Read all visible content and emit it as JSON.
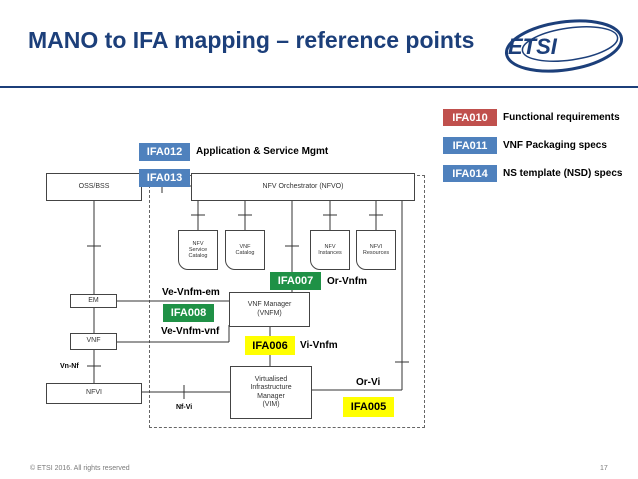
{
  "title": "MANO to IFA mapping – reference points",
  "logo": {
    "text": "ETSI"
  },
  "footer": {
    "copyright": "© ETSI 2016. All rights reserved",
    "page": "17"
  },
  "legend": [
    {
      "tag": "IFA010",
      "label": "Functional requirements",
      "color": "#c0504d"
    },
    {
      "tag": "IFA011",
      "label": "VNF Packaging specs",
      "color": "#4f81bd"
    },
    {
      "tag": "IFA014",
      "label": "NS template (NSD) specs",
      "color": "#4f81bd"
    }
  ],
  "tags": {
    "ifa012": {
      "tag": "IFA012",
      "label": "Application & Service Mgmt"
    },
    "ifa013": {
      "tag": "IFA013"
    },
    "ifa007": {
      "tag": "IFA007",
      "label": "Or-Vnfm"
    },
    "ifa008": {
      "tag": "IFA008",
      "label_top": "Ve-Vnfm-em",
      "label_bottom": "Ve-Vnfm-vnf"
    },
    "ifa006": {
      "tag": "IFA006",
      "label": "Vi-Vnfm"
    },
    "ifa005": {
      "tag": "IFA005",
      "label": "Or-Vi"
    }
  },
  "boxes": {
    "oss": "OSS/BSS",
    "nfvo": "NFV Orchestrator (NFVO)",
    "em": "EM",
    "vnf": "VNF",
    "nfvi": "NFVI",
    "vnfm": "VNF Manager\n(VNFM)",
    "vim": "Virtualised\nInfrastructure\nManager\n(VIM)"
  },
  "catalogs": [
    "NFV\nService\nCatalog",
    "VNF\nCatalog",
    "NFV\nInstances",
    "NFVI\nResources"
  ],
  "ref_points": {
    "vn_nf": "Vn-Nf",
    "nf_vi": "Nf-Vi"
  }
}
